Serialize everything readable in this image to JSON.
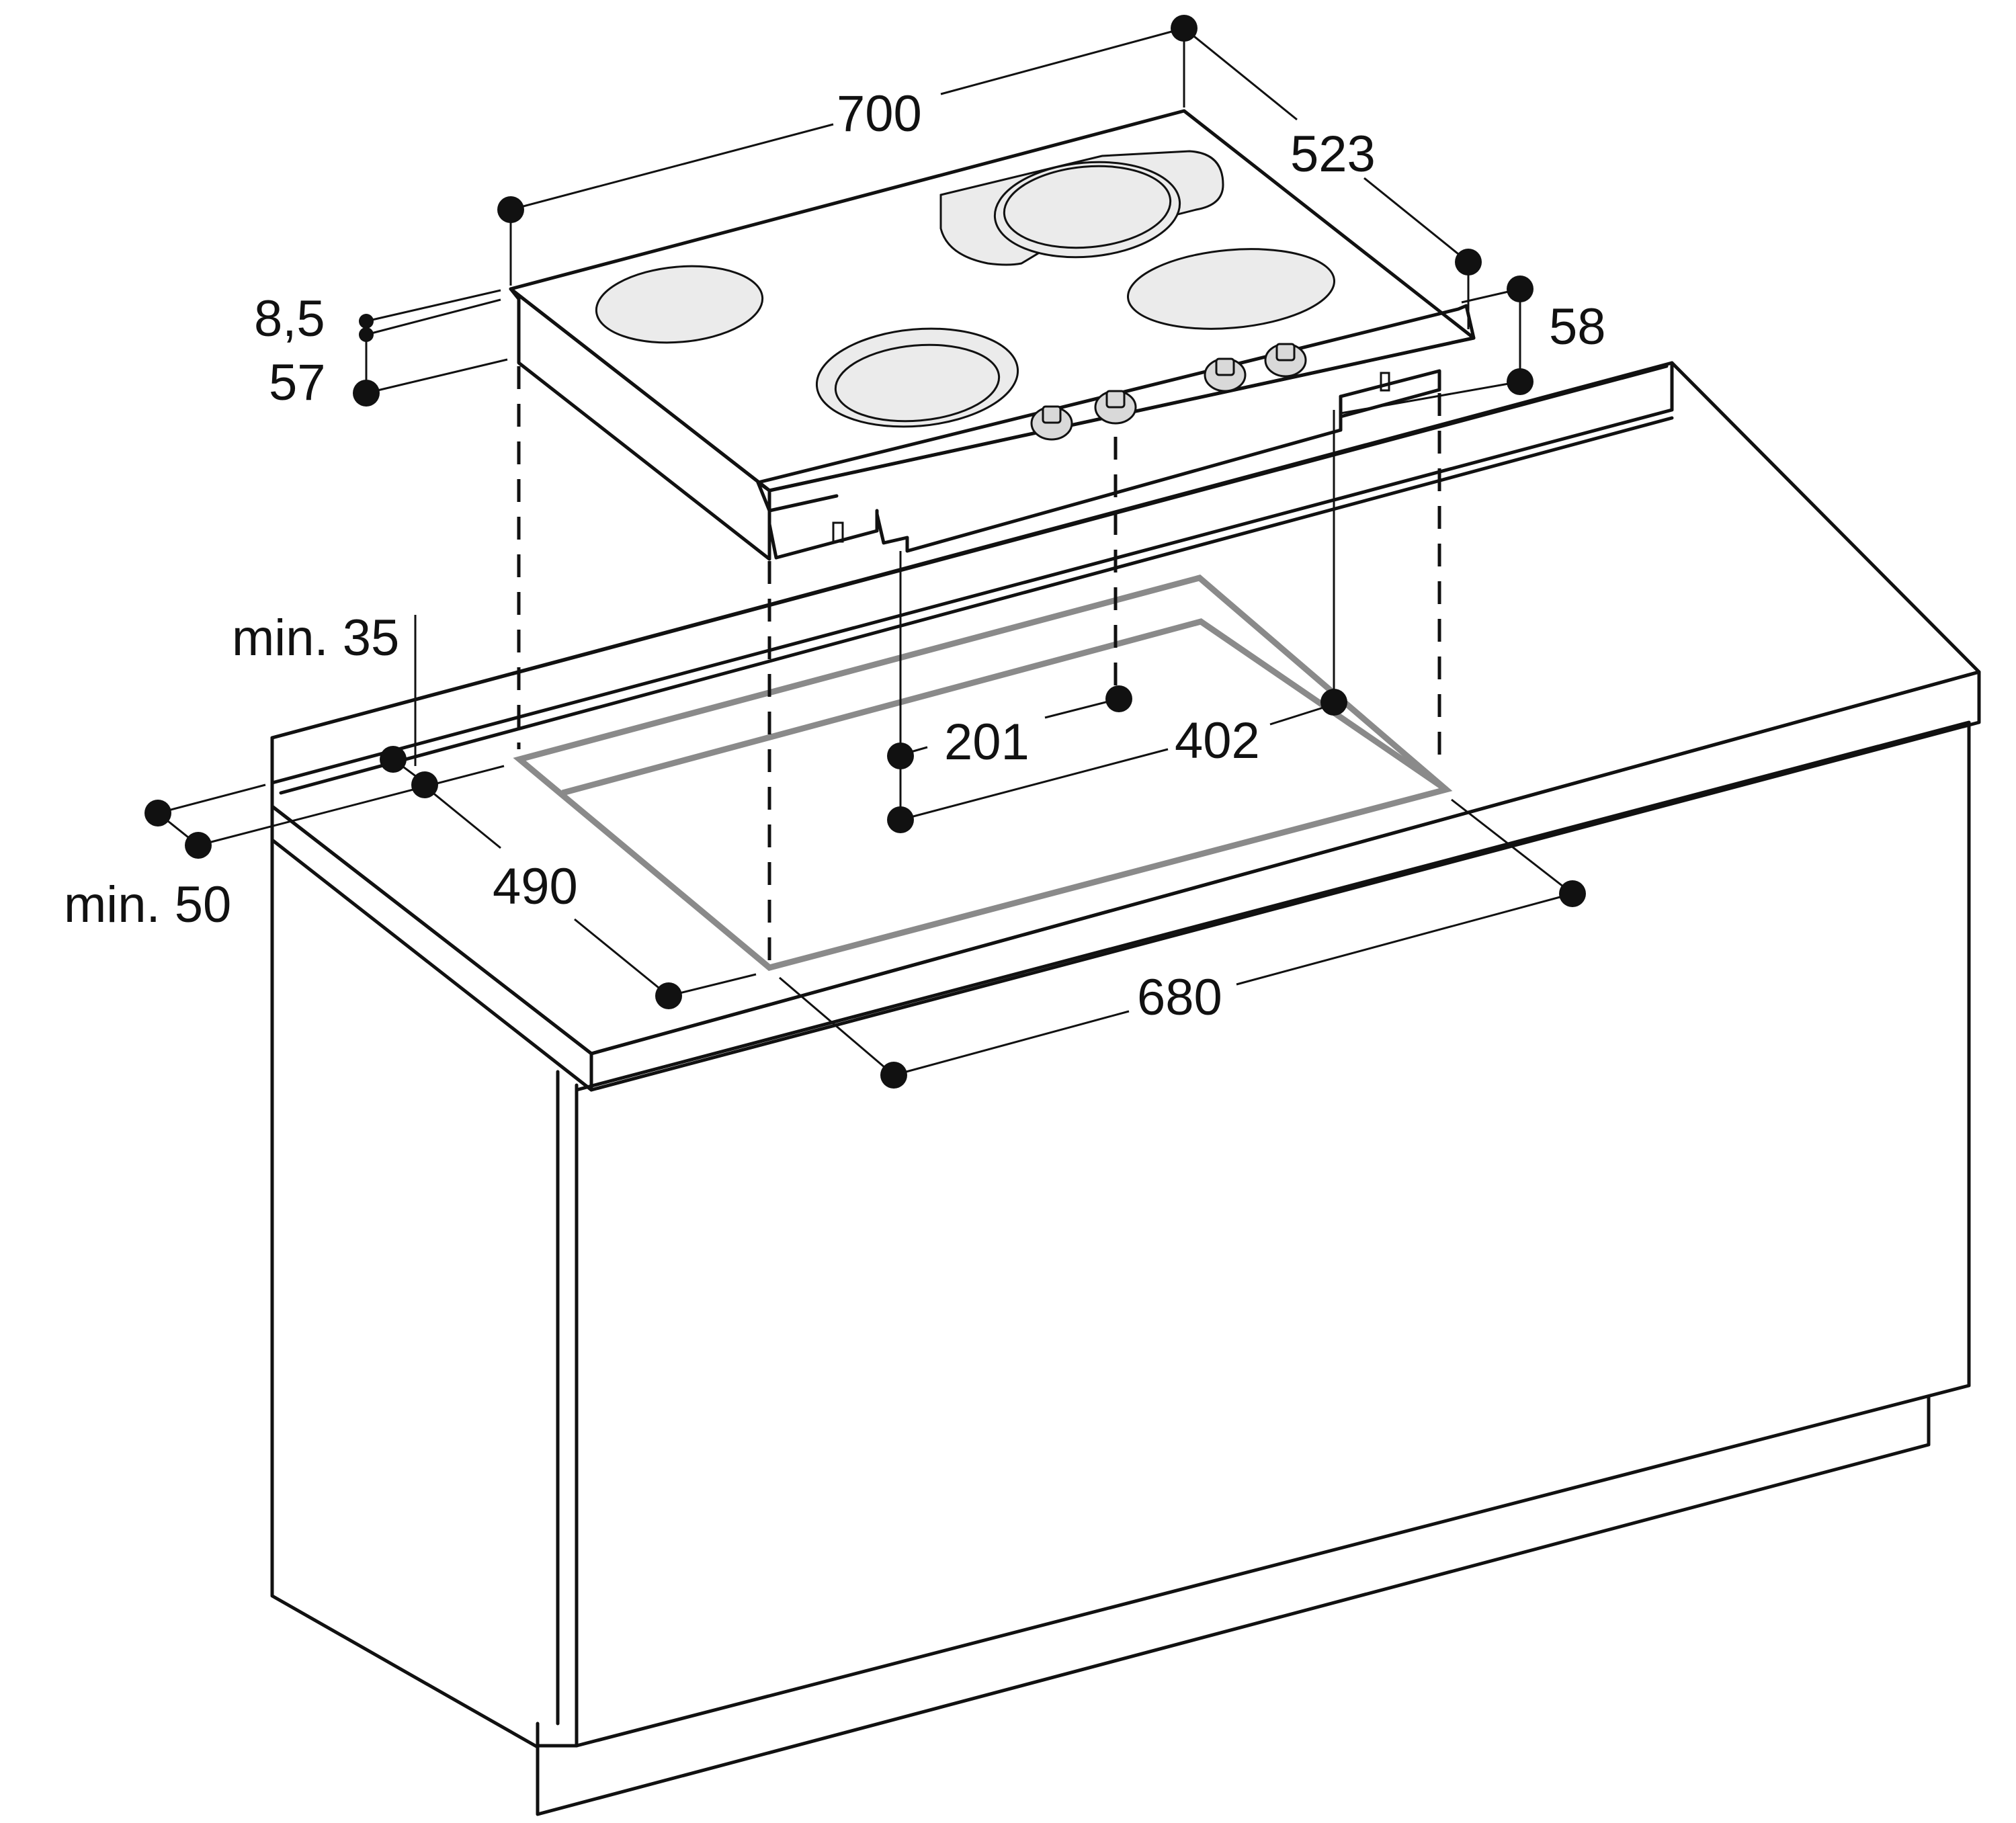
{
  "diagram": {
    "type": "technical-installation-drawing",
    "subject": "built-in hob above worktop cut-out",
    "dimensions": {
      "hob_width": "700",
      "hob_depth": "523",
      "hob_top_thickness": "8,5",
      "hob_body_height": "57",
      "control_panel_height": "58",
      "min_rear_distance": "min. 35",
      "min_side_distance": "min. 50",
      "cutout_depth": "490",
      "cutout_width": "680",
      "connector_offset": "201",
      "connector_width": "402"
    },
    "colors": {
      "line": "#111111",
      "cutout": "#8a8a8a",
      "burner_fill": "#ebebeb",
      "background": "#ffffff"
    }
  }
}
